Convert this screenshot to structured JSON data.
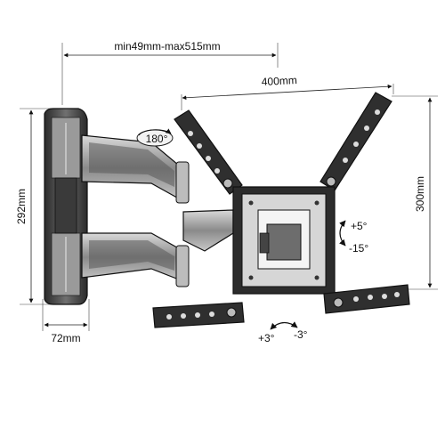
{
  "dimensions": {
    "reach": "min49mm-max515mm",
    "vesa_width": "400mm",
    "vesa_height": "300mm",
    "plate_height": "292mm",
    "plate_depth": "72mm"
  },
  "rotation": {
    "swivel": "180°"
  },
  "tilt": {
    "up": "+5°",
    "down": "-15°"
  },
  "level": {
    "plus": "+3°",
    "minus": "-3°"
  }
}
